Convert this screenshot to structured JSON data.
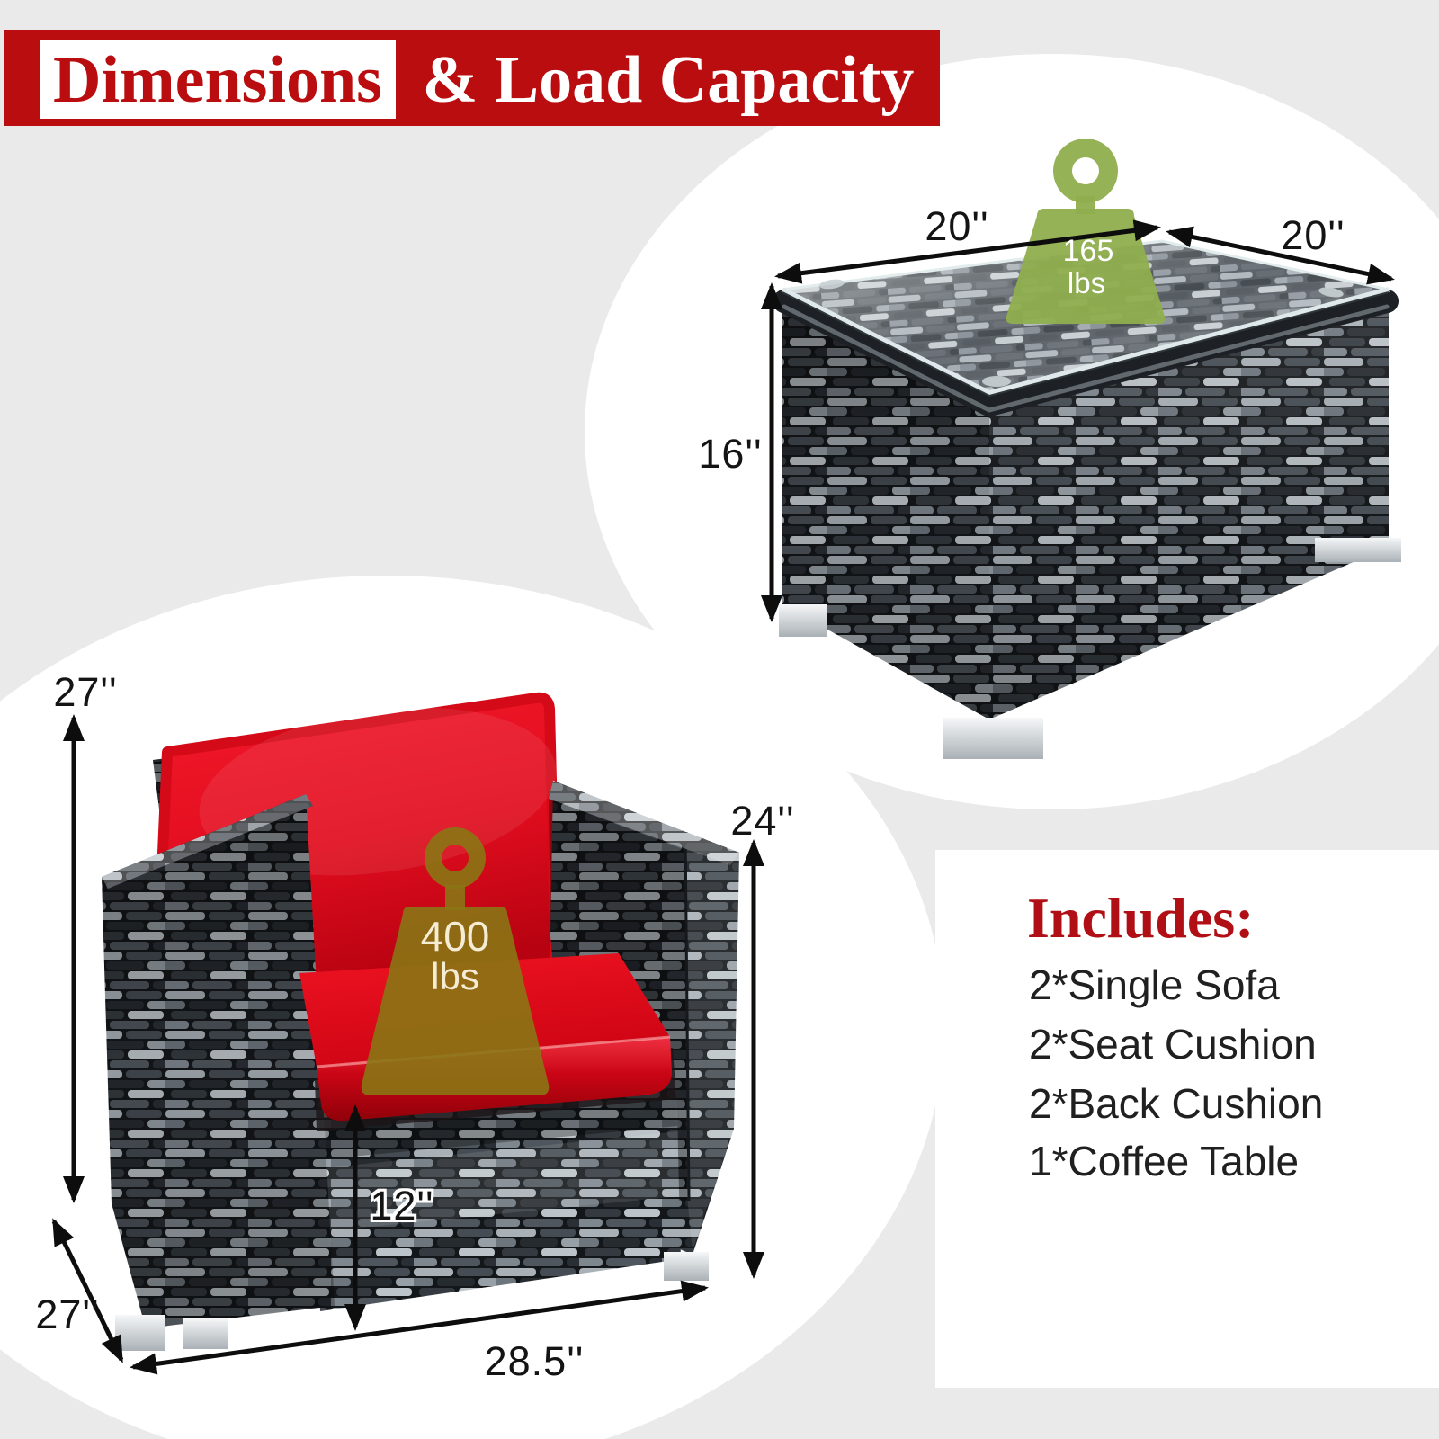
{
  "header": {
    "highlight": "Dimensions",
    "rest": "& Load Capacity",
    "banner_color": "#b90d10"
  },
  "table_diagram": {
    "width_label": "20''",
    "depth_label": "20''",
    "height_label": "16''",
    "load": {
      "value": "165",
      "unit": "lbs",
      "color": "#8fae4e"
    }
  },
  "chair_diagram": {
    "total_height_label": "27''",
    "arm_height_label": "24''",
    "seat_height_label": "12''",
    "depth_label": "27''",
    "width_label": "28.5''",
    "load": {
      "value": "400",
      "unit": "lbs",
      "color": "#8a7614"
    }
  },
  "includes": {
    "title": "Includes:",
    "items": [
      "2*Single Sofa",
      "2*Seat Cushion",
      "2*Back Cushion",
      "1*Coffee Table"
    ]
  }
}
